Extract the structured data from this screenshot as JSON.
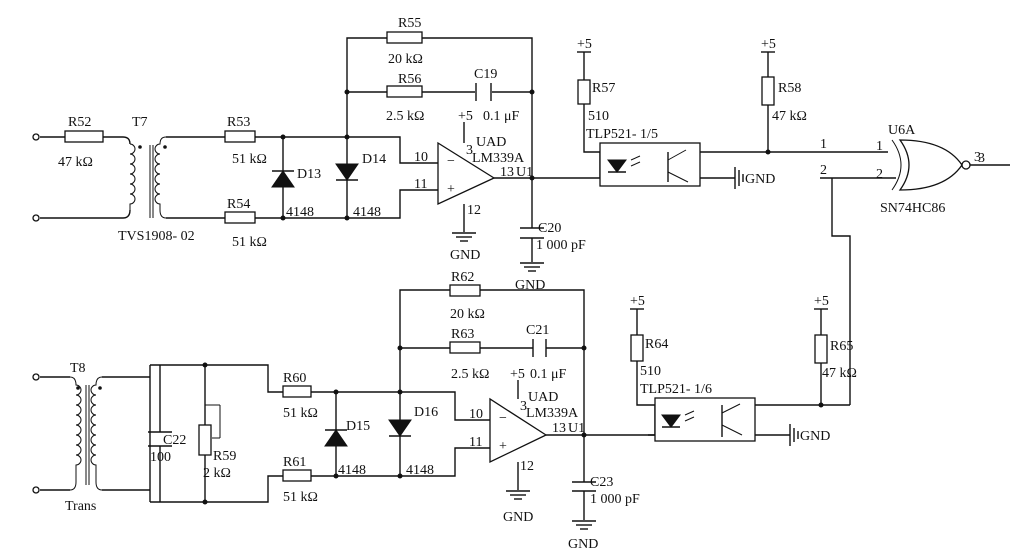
{
  "upper": {
    "R52": {
      "ref": "R52",
      "value": "47 kΩ"
    },
    "T7": {
      "ref": "T7",
      "part": "TVS1908- 02"
    },
    "R53": {
      "ref": "R53",
      "value": "51 kΩ"
    },
    "R54": {
      "ref": "R54",
      "value": "51 kΩ"
    },
    "D13": {
      "ref": "D13",
      "part": "4148"
    },
    "D14": {
      "ref": "D14",
      "part": "4148"
    },
    "R55": {
      "ref": "R55",
      "value": "20 kΩ"
    },
    "R56": {
      "ref": "R56",
      "value": "2.5 kΩ"
    },
    "C19": {
      "ref": "C19",
      "value": "0.1 μF"
    },
    "supply": "+5",
    "opamp": {
      "name": "UAD",
      "part": "LM339A",
      "pin_inv": "10",
      "pin_noninv": "11",
      "pin_out": "13",
      "pin_vcc": "3",
      "pin_gnd": "12",
      "unit": "U1",
      "gnd": "GND",
      "minus": "−",
      "plus": "+"
    },
    "C20": {
      "ref": "C20",
      "value": "1 000 pF",
      "gnd": "GND"
    },
    "R57": {
      "ref": "R57",
      "value": "510",
      "supply": "+5"
    },
    "opto": {
      "part": "TLP521- 1/5",
      "gnd": "GND"
    },
    "R58": {
      "ref": "R58",
      "value": "47 kΩ",
      "supply": "+5"
    }
  },
  "gate": {
    "ref": "U6A",
    "part": "SN74HC86",
    "pin_a": "1",
    "pin_b": "2",
    "pin_out": "3",
    "net_a": "1",
    "net_b": "2",
    "net_out": "3"
  },
  "lower": {
    "T8": {
      "ref": "T8",
      "part": "Trans"
    },
    "C22": {
      "ref": "C22",
      "value": "100"
    },
    "R59": {
      "ref": "R59",
      "value": "2 kΩ"
    },
    "R60": {
      "ref": "R60",
      "value": "51 kΩ"
    },
    "R61": {
      "ref": "R61",
      "value": "51 kΩ"
    },
    "D15": {
      "ref": "D15",
      "part": "4148"
    },
    "D16": {
      "ref": "D16",
      "part": "4148"
    },
    "R62": {
      "ref": "R62",
      "value": "20 kΩ"
    },
    "R63": {
      "ref": "R63",
      "value": "2.5 kΩ"
    },
    "C21": {
      "ref": "C21",
      "value": "0.1 μF"
    },
    "supply": "+5",
    "opamp": {
      "name": "UAD",
      "part": "LM339A",
      "pin_inv": "10",
      "pin_noninv": "11",
      "pin_out": "13",
      "pin_vcc": "3",
      "pin_gnd": "12",
      "unit": "U1",
      "gnd": "GND",
      "minus": "−",
      "plus": "+"
    },
    "C23": {
      "ref": "C23",
      "value": "1 000 pF",
      "gnd": "GND"
    },
    "R64": {
      "ref": "R64",
      "value": "510",
      "supply": "+5"
    },
    "opto": {
      "part": "TLP521- 1/6",
      "gnd": "GND"
    },
    "R65": {
      "ref": "R65",
      "value": "47 kΩ",
      "supply": "+5"
    }
  }
}
